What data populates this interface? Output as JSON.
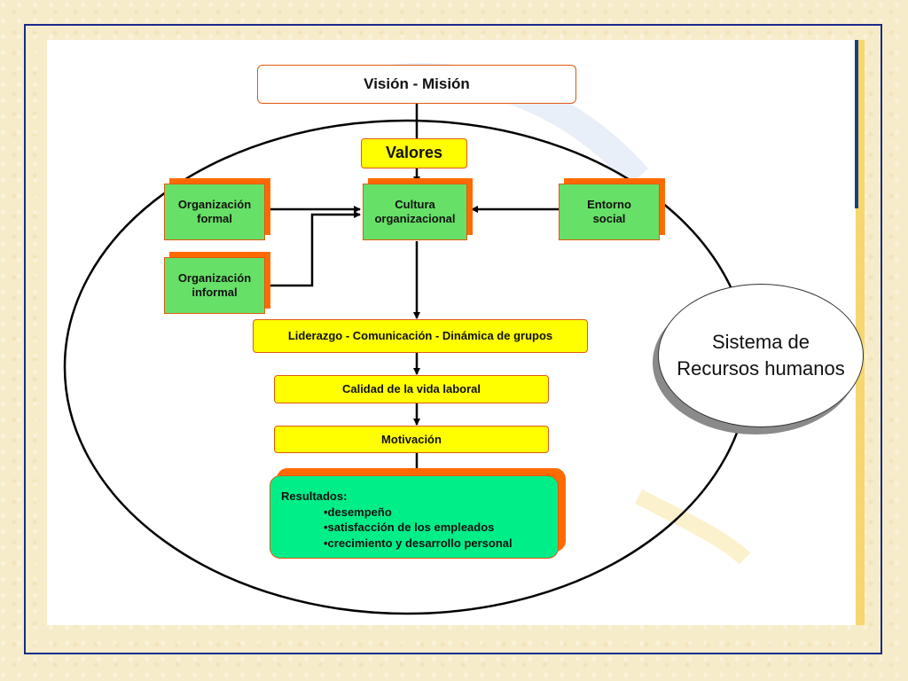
{
  "diagram": {
    "vision_mision": "Visión - Misión",
    "valores": "Valores",
    "cultura": [
      "Cultura",
      "organizacional"
    ],
    "org_formal": [
      "Organización",
      "formal"
    ],
    "org_informal": [
      "Organización",
      "informal"
    ],
    "entorno": [
      "Entorno",
      "social"
    ],
    "liderazgo": "Liderazgo - Comunicación - Dinámica de grupos",
    "calidad": "Calidad de la vida laboral",
    "motivacion": "Motivación",
    "resultados": {
      "title": "Resultados:",
      "items": [
        "•desempeño",
        "•satisfacción de los empleados",
        "•crecimiento y desarrollo personal"
      ]
    },
    "sistema": [
      "Sistema de",
      "Recursos humanos"
    ]
  },
  "colors": {
    "frame": "#1b2a8c",
    "yellow_box": "#ffff00",
    "green_box": "#66e066",
    "orange_shadow": "#ff6a00",
    "results_box": "#00ee88"
  }
}
